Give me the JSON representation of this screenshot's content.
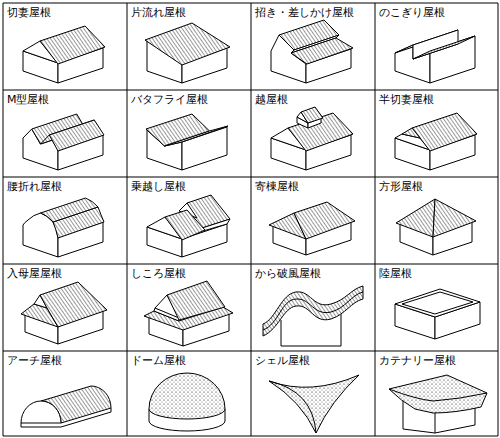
{
  "diagram": {
    "labels": [
      "切妻屋根",
      "片流れ屋根",
      "招き・差しかけ屋根",
      "のこぎり屋根",
      "M型屋根",
      "バタフライ屋根",
      "越屋根",
      "半切妻屋根",
      "腰折れ屋根",
      "乗越し屋根",
      "寄棟屋根",
      "方形屋根",
      "入母屋屋根",
      "しころ屋根",
      "から破風屋根",
      "陸屋根",
      "アーチ屋根",
      "ドーム屋根",
      "シェル屋根",
      "カテナリー屋根"
    ]
  }
}
